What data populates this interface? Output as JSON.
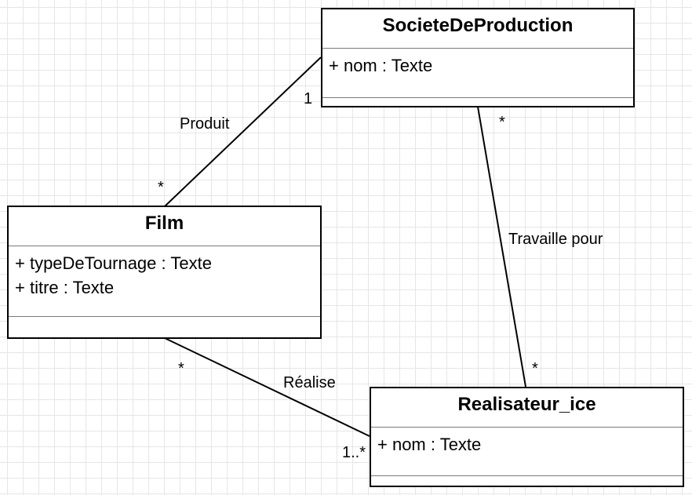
{
  "classes": {
    "societe": {
      "name": "SocieteDeProduction",
      "attributes": [
        "+ nom : Texte"
      ]
    },
    "film": {
      "name": "Film",
      "attributes": [
        "+ typeDeTournage : Texte",
        "+ titre : Texte"
      ]
    },
    "realisateur": {
      "name": "Realisateur_ice",
      "attributes": [
        "+ nom : Texte"
      ]
    }
  },
  "associations": {
    "produit": {
      "label": "Produit",
      "mult_societe": "1",
      "mult_film": "*"
    },
    "travaille": {
      "label": "Travaille pour",
      "mult_societe": "*",
      "mult_realisateur": "*"
    },
    "realise": {
      "label": "Réalise",
      "mult_film": "*",
      "mult_realisateur": "1..*"
    }
  }
}
